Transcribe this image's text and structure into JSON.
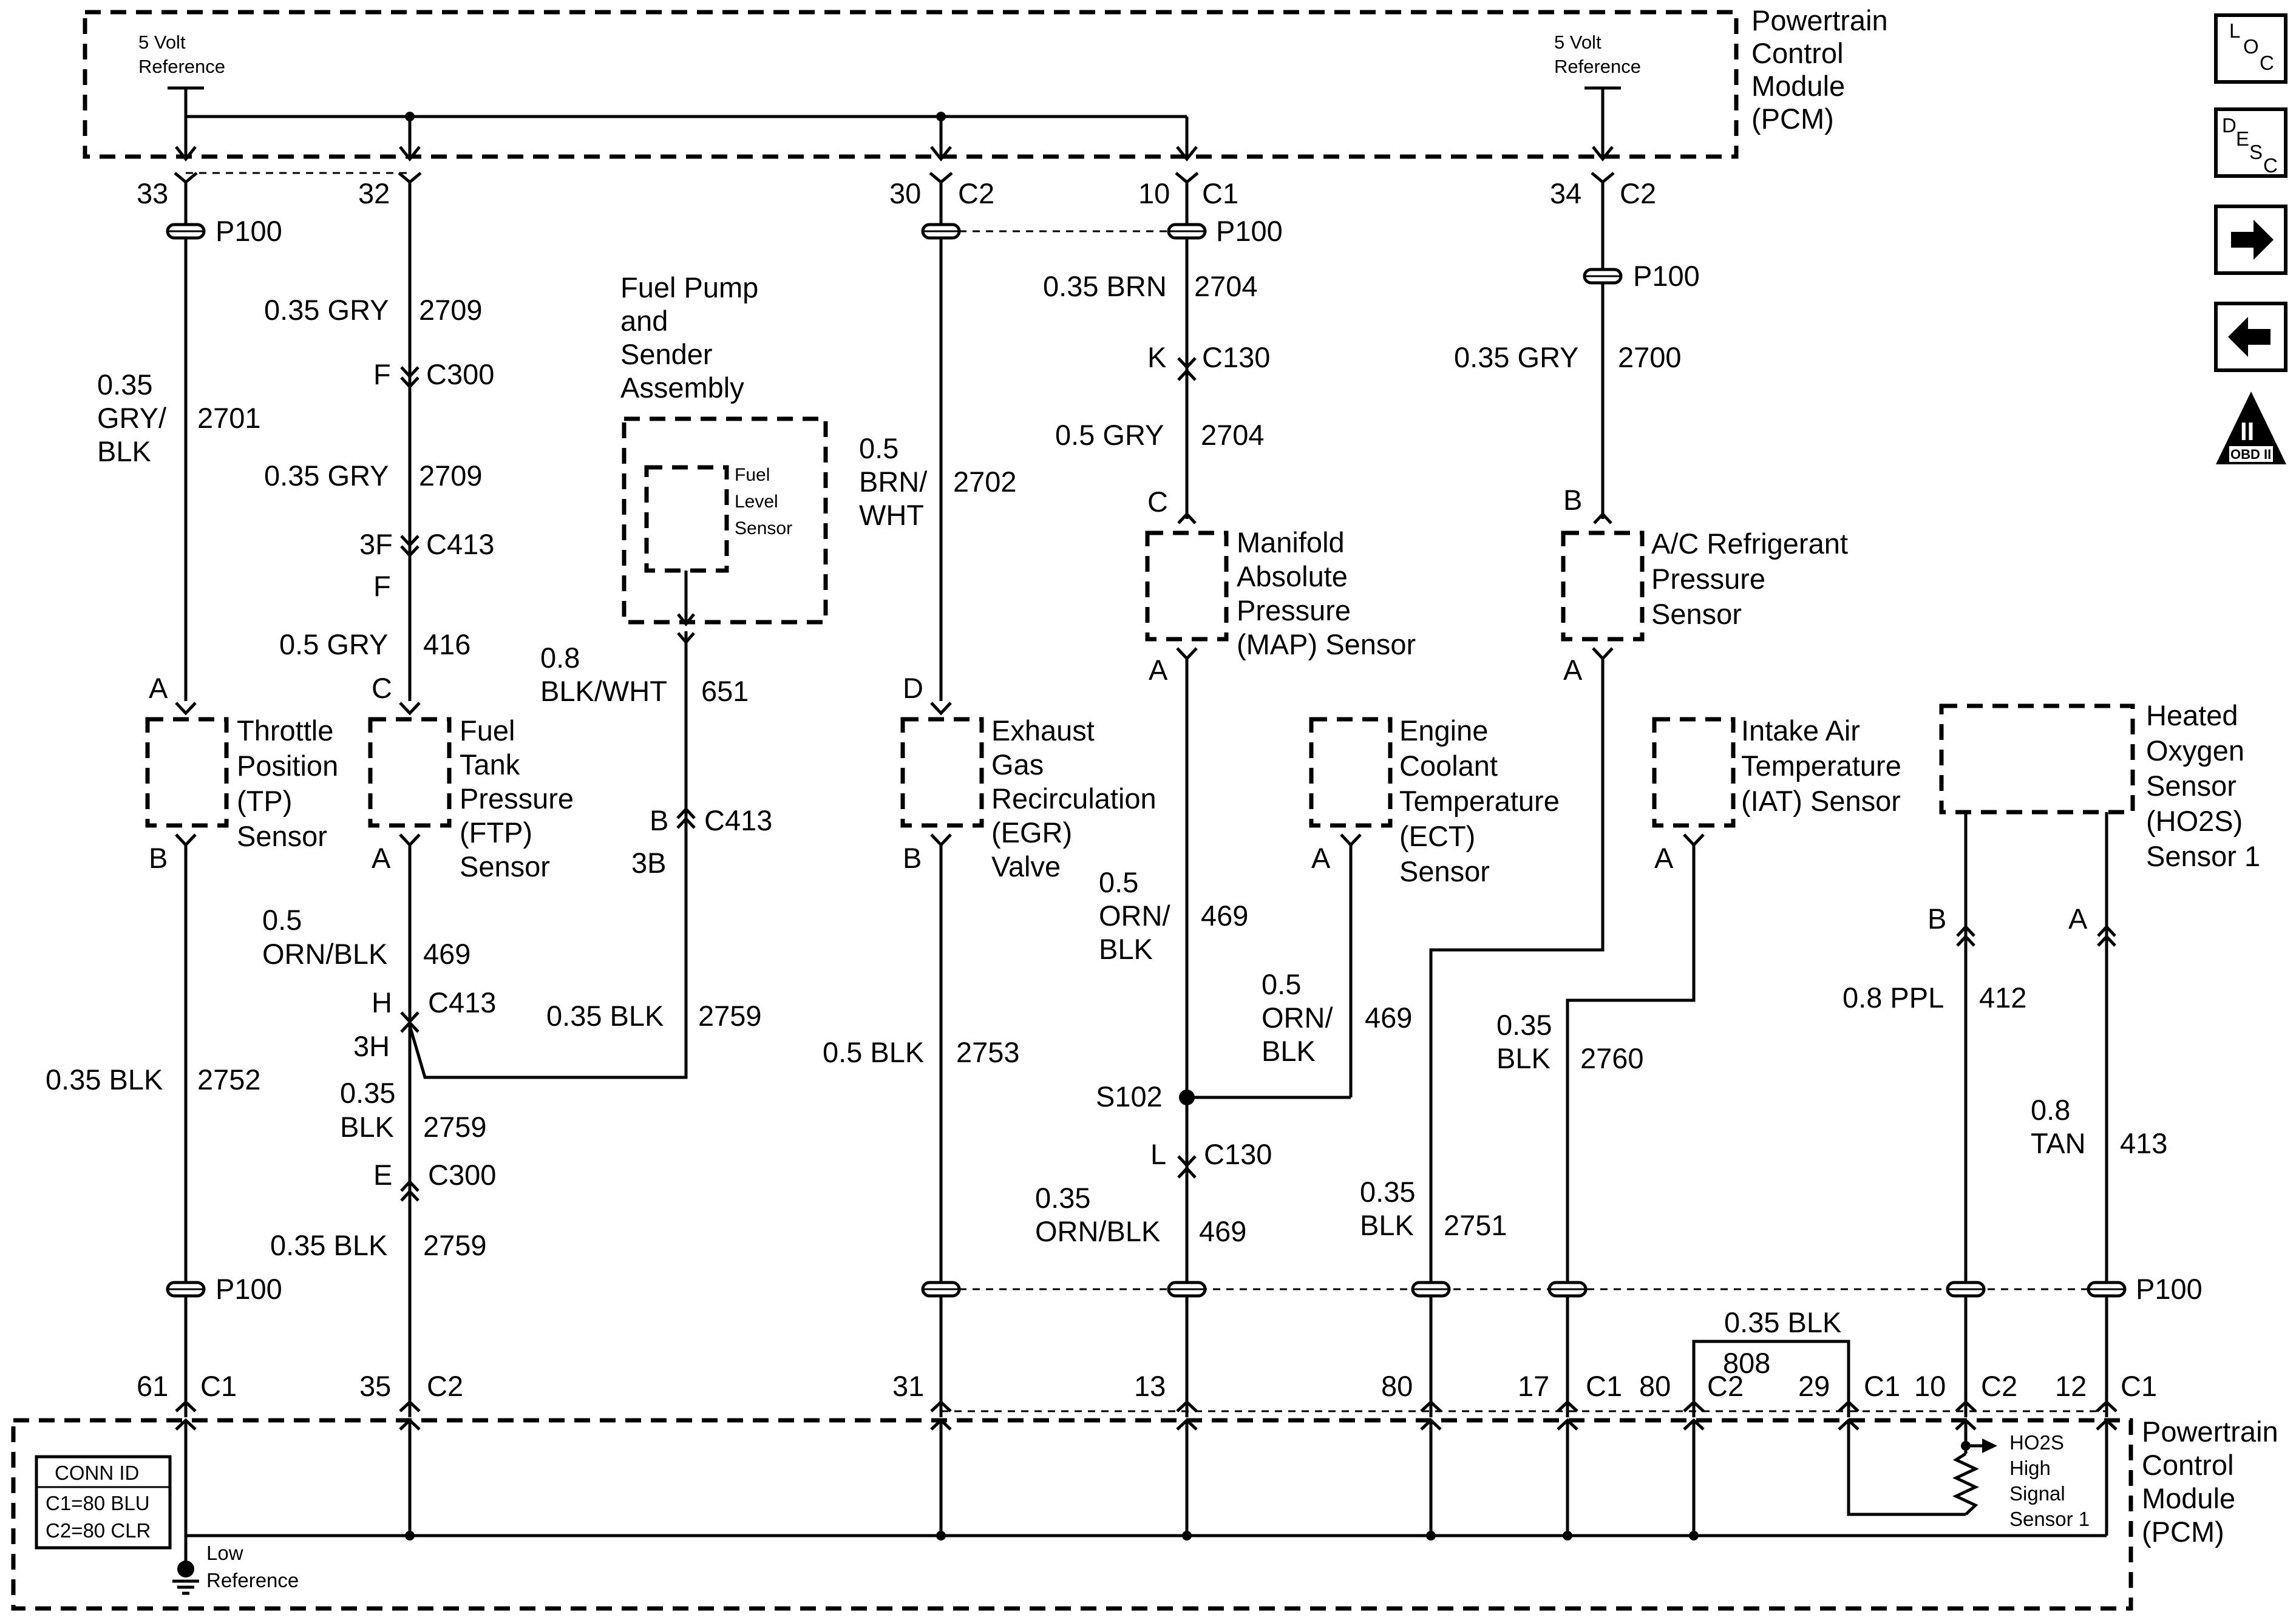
{
  "pcm_top": {
    "l1": "Powertrain",
    "l2": "Control",
    "l3": "Module",
    "l4": "(PCM)"
  },
  "pcm_bottom": {
    "l1": "Powertrain",
    "l2": "Control",
    "l3": "Module",
    "l4": "(PCM)"
  },
  "ref_5v": {
    "l1": "5 Volt",
    "l2": "Reference"
  },
  "low_ref": {
    "l1": "Low",
    "l2": "Reference"
  },
  "conn_id": {
    "title": "CONN ID",
    "c1": "C1=80 BLU",
    "c2": "C2=80 CLR"
  },
  "side_buttons": {
    "loc": {
      "a": "L",
      "b": "O",
      "c": "C"
    },
    "desc": {
      "a": "D",
      "b": "E",
      "c": "S",
      "d": "C"
    },
    "next_icon": "arrow-right",
    "prev_icon": "arrow-left",
    "obd": {
      "a": "II",
      "b": "OBD II"
    }
  },
  "top_pins": {
    "p33": "33",
    "p32": "32",
    "p30": "30",
    "c2a": "C2",
    "p10": "10",
    "c1a": "C1",
    "p34": "34",
    "c2b": "C2"
  },
  "p100": "P100",
  "circuits": {
    "tp_wire": {
      "size": "0.35",
      "color1": "GRY/",
      "color2": "BLK",
      "num": "2701"
    },
    "gry2709a": {
      "txt": "0.35 GRY",
      "num": "2709"
    },
    "gry2709b": {
      "txt": "0.35 GRY",
      "num": "2709"
    },
    "gry416": {
      "txt": "0.5 GRY",
      "num": "416"
    },
    "brn2704": {
      "txt": "0.35 BRN",
      "num": "2704"
    },
    "gry2704": {
      "txt": "0.5 GRY",
      "num": "2704"
    },
    "gry2700": {
      "txt": "0.35 GRY",
      "num": "2700"
    },
    "brnwht": {
      "size": "0.5",
      "c1": "BRN/",
      "c2": "WHT",
      "num": "2702"
    },
    "blkwht": {
      "size": "0.8",
      "c1": "BLK/WHT",
      "num": "651"
    },
    "orn469a": {
      "size": "0.5",
      "c1": "ORN/BLK",
      "num": "469"
    },
    "orn469b": {
      "size": "0.5",
      "c1": "ORN/",
      "c2": "BLK",
      "num": "469"
    },
    "orn469c": {
      "size": "0.5",
      "c1": "ORN/",
      "c2": "BLK",
      "num": "469"
    },
    "orn469d": {
      "size": "0.35",
      "c1": "ORN/BLK",
      "num": "469"
    },
    "blk2759a": {
      "txt": "0.35 BLK",
      "num": "2759"
    },
    "blk2759b": {
      "size": "0.35",
      "c1": "BLK",
      "num": "2759"
    },
    "blk2759c": {
      "txt": "0.35 BLK",
      "num": "2759"
    },
    "blk2752": {
      "txt": "0.35 BLK",
      "num": "2752"
    },
    "blk2753": {
      "txt": "0.5 BLK",
      "num": "2753"
    },
    "blk2760": {
      "size": "0.35",
      "c1": "BLK",
      "num": "2760"
    },
    "blk2751": {
      "size": "0.35",
      "c1": "BLK",
      "num": "2751"
    },
    "ppl412": {
      "txt": "0.8 PPL",
      "num": "412"
    },
    "tan413": {
      "size": "0.8",
      "c1": "TAN",
      "num": "413"
    },
    "blk808": {
      "txt": "0.35 BLK",
      "num": "808"
    }
  },
  "connectors": {
    "F": "F",
    "C300": "C300",
    "F3": "3F",
    "C413": "C413",
    "Fb": "F",
    "K": "K",
    "C130": "C130",
    "C": "C",
    "B413": "B",
    "C413b": "C413",
    "B3": "3B",
    "H": "H",
    "C413c": "C413",
    "H3": "3H",
    "E": "E",
    "C300b": "C300",
    "L": "L",
    "C130b": "C130",
    "S102": "S102"
  },
  "components": {
    "fuel_pump": {
      "l1": "Fuel Pump",
      "l2": "and",
      "l3": "Sender",
      "l4": "Assembly"
    },
    "fuel_level": {
      "l1": "Fuel",
      "l2": "Level",
      "l3": "Sensor"
    },
    "tp": {
      "l1": "Throttle",
      "l2": "Position",
      "l3": "(TP)",
      "l4": "Sensor"
    },
    "ftp": {
      "l1": "Fuel",
      "l2": "Tank",
      "l3": "Pressure",
      "l4": "(FTP)",
      "l5": "Sensor"
    },
    "egr": {
      "l1": "Exhaust",
      "l2": "Gas",
      "l3": "Recirculation",
      "l4": "(EGR)",
      "l5": "Valve"
    },
    "map": {
      "l1": "Manifold",
      "l2": "Absolute",
      "l3": "Pressure",
      "l4": "(MAP) Sensor"
    },
    "ect": {
      "l1": "Engine",
      "l2": "Coolant",
      "l3": "Temperature",
      "l4": "(ECT)",
      "l5": "Sensor"
    },
    "ac": {
      "l1": "A/C Refrigerant",
      "l2": "Pressure",
      "l3": "Sensor"
    },
    "iat": {
      "l1": "Intake Air",
      "l2": "Temperature",
      "l3": "(IAT) Sensor"
    },
    "ho2s": {
      "l1": "Heated",
      "l2": "Oxygen",
      "l3": "Sensor",
      "l4": "(HO2S)",
      "l5": "Sensor 1"
    },
    "ho2s_sig": {
      "l1": "HO2S",
      "l2": "High",
      "l3": "Signal",
      "l4": "Sensor 1"
    }
  },
  "pins": {
    "A": "A",
    "B": "B",
    "C": "C",
    "D": "D"
  },
  "bottom_pins": {
    "p61": "61",
    "c1a": "C1",
    "p35": "35",
    "c2a": "C2",
    "p31": "31",
    "p13": "13",
    "p80a": "80",
    "p17": "17",
    "c1b": "C1",
    "p80b": "80",
    "c2b": "C2",
    "p29": "29",
    "c1c": "C1",
    "p10": "10",
    "c2c": "C2",
    "p12": "12",
    "c1d": "C1"
  }
}
